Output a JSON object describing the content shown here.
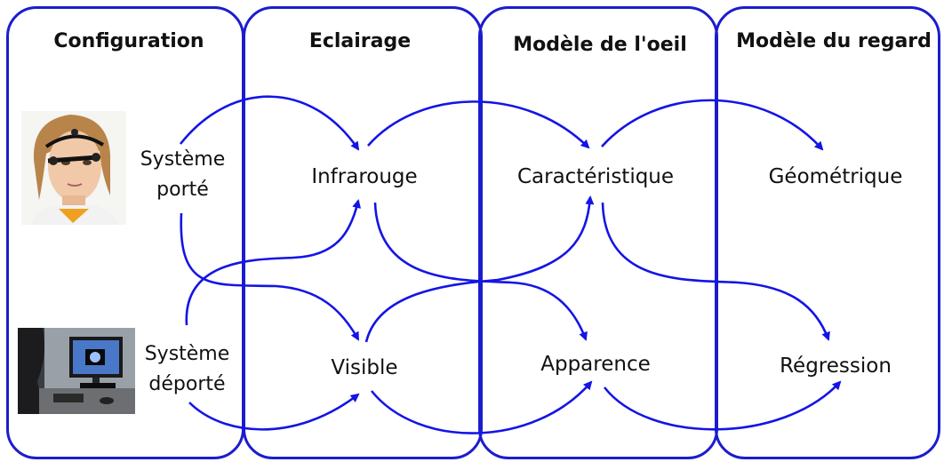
{
  "columns": [
    {
      "id": "configuration",
      "title": "Configuration"
    },
    {
      "id": "eclairage",
      "title": "Eclairage"
    },
    {
      "id": "modele_oeil",
      "title": "Modèle de l'oeil"
    },
    {
      "id": "modele_regard",
      "title": "Modèle du regard"
    }
  ],
  "configuration": {
    "porte": {
      "line1": "Système",
      "line2": "porté"
    },
    "deporte": {
      "line1": "Système",
      "line2": "déporté"
    }
  },
  "nodes": {
    "infrarouge": "Infrarouge",
    "visible": "Visible",
    "caracteristique": "Caractéristique",
    "apparence": "Apparence",
    "geometrique": "Géométrique",
    "regression": "Régression"
  },
  "colors": {
    "frame": "#1c1ccf",
    "arrow": "#1414e6",
    "text": "#111111"
  },
  "images": {
    "porte": "photo of person wearing head-mounted eye tracker",
    "deporte": "photo of desk with monitor and remote eye tracker"
  }
}
